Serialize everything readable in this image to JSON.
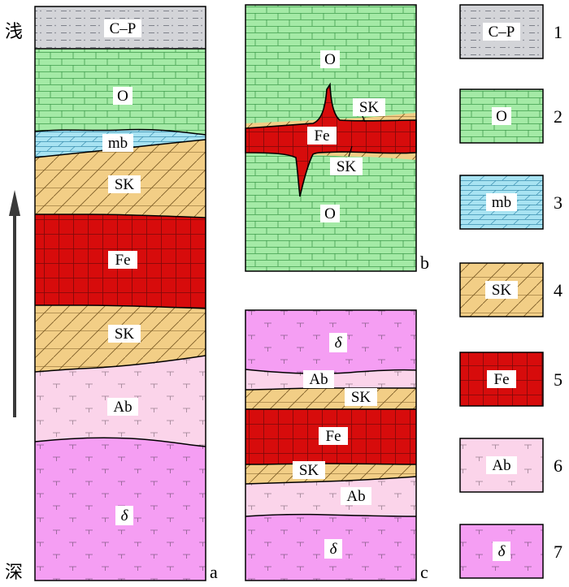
{
  "depth_axis": {
    "shallow_label": "浅",
    "deep_label": "深"
  },
  "panel_a": {
    "letter": "a",
    "layers": [
      "C–P",
      "O",
      "mb",
      "SK",
      "Fe",
      "SK",
      "Ab",
      "δ"
    ]
  },
  "panel_b": {
    "letter": "b",
    "labels": {
      "upper": "O",
      "ore": "Fe",
      "skarn_top": "SK",
      "skarn_bottom": "SK",
      "lower": "O"
    }
  },
  "panel_c": {
    "letter": "c",
    "layers": [
      "δ",
      "Ab",
      "SK",
      "Fe",
      "SK",
      "Ab",
      "δ"
    ]
  },
  "legend": [
    {
      "num": "1",
      "code": "C–P"
    },
    {
      "num": "2",
      "code": "O"
    },
    {
      "num": "3",
      "code": "mb"
    },
    {
      "num": "4",
      "code": "SK"
    },
    {
      "num": "5",
      "code": "Fe"
    },
    {
      "num": "6",
      "code": "Ab"
    },
    {
      "num": "7",
      "code": "δ"
    }
  ],
  "colors": {
    "cp": "#d3d4d8",
    "o": "#a4eaa6",
    "mb": "#a8e3f2",
    "sk": "#f2ce86",
    "fe": "#d70c0c",
    "ab": "#fbd4ea",
    "delta": "#f59ef3"
  }
}
